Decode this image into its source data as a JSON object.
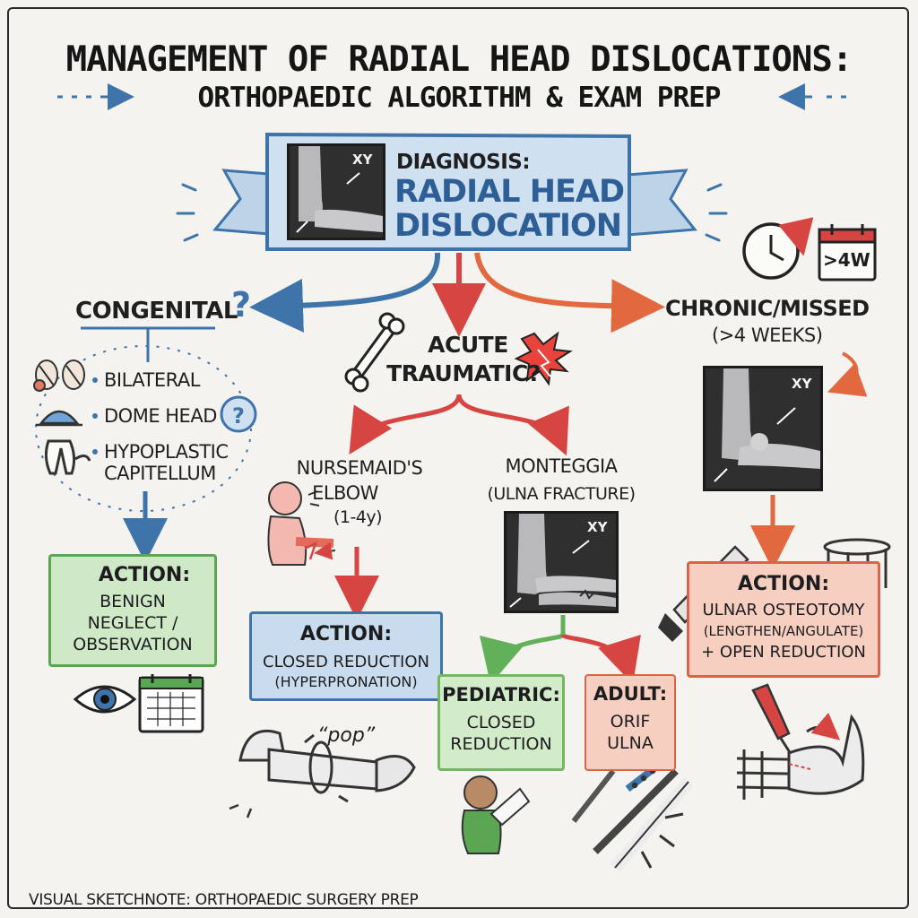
{
  "title_line1": "MANAGEMENT OF RADIAL HEAD DISLOCATIONS:",
  "title_line2": "ORTHOPAEDIC ALGORITHM & EXAM PREP",
  "diagnosis": {
    "prefix": "DIAGNOSIS:",
    "line1": "RADIAL HEAD",
    "line2": "DISLOCATION",
    "xray_label": "XY"
  },
  "congenital": {
    "title": "CONGENITAL",
    "question_mark": "?",
    "bullets": [
      "BILATERAL",
      "DOME HEAD",
      "HYPOPLASTIC",
      "CAPITELLUM"
    ],
    "action_title": "ACTION:",
    "action_lines": [
      "BENIGN",
      "NEGLECT /",
      "OBSERVATION"
    ]
  },
  "acute": {
    "line1": "ACUTE",
    "line2": "TRAUMATIC?"
  },
  "chronic": {
    "line1": "CHRONIC/MISSED",
    "line2": "(>4 WEEKS)",
    "calendar_label": ">4W",
    "xray_label": "XY",
    "action_title": "ACTION:",
    "action_lines": [
      "ULNAR OSTEOTOMY",
      "(LENGTHEN/ANGULATE)",
      "+ OPEN REDUCTION"
    ]
  },
  "nursemaid": {
    "lines": [
      "NURSEMAID'S",
      "ELBOW",
      "(1-4y)"
    ],
    "action_title": "ACTION:",
    "action_lines": [
      "CLOSED REDUCTION",
      "(HYPERPRONATION)"
    ],
    "pop": "“pop”"
  },
  "monteggia": {
    "line1": "MONTEGGIA",
    "line2": "(ULNA FRACTURE)",
    "xray_label": "XY",
    "pediatric_title": "PEDIATRIC:",
    "pediatric_lines": [
      "CLOSED",
      "REDUCTION"
    ],
    "adult_title": "ADULT:",
    "adult_lines": [
      "ORIF",
      "ULNA"
    ]
  },
  "footer": "VISUAL SKETCHNOTE: ORTHOPAEDIC SURGERY PREP",
  "colors": {
    "blue": "#3f74aa",
    "red": "#d64541",
    "orange": "#e2683f",
    "green": "#5aa653"
  }
}
